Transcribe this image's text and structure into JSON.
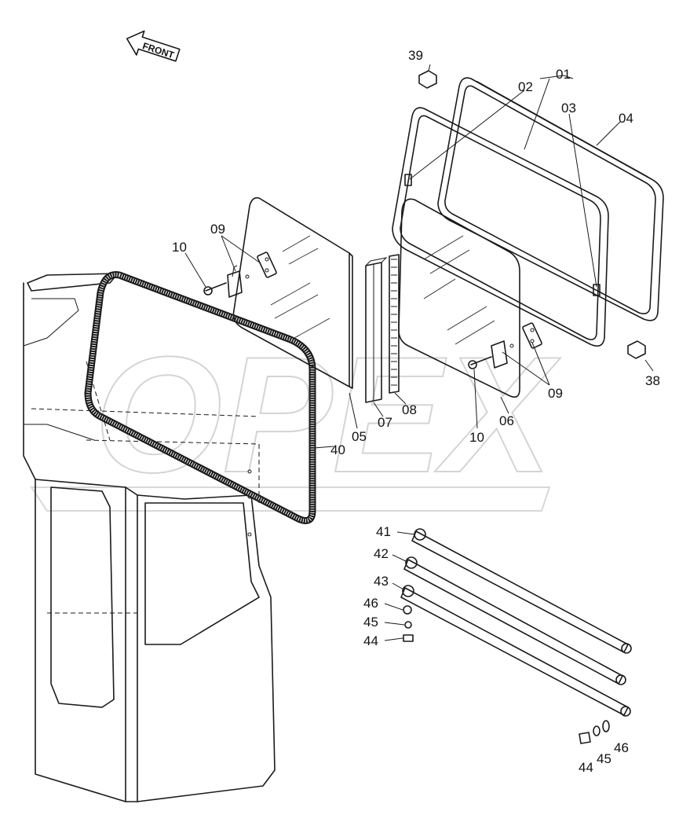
{
  "diagram": {
    "front_arrow_label": "FRONT",
    "watermark_text": "OPEX",
    "part_labels": {
      "p01": "01",
      "p02": "02",
      "p03": "03",
      "p04": "04",
      "p05": "05",
      "p06": "06",
      "p07": "07",
      "p08": "08",
      "p09a": "09",
      "p09b": "09",
      "p10a": "10",
      "p10b": "10",
      "p38": "38",
      "p39": "39",
      "p40": "40",
      "p41": "41",
      "p42": "42",
      "p43": "43",
      "p44a": "44",
      "p45a": "45",
      "p46a": "46",
      "p44b": "44",
      "p45b": "45",
      "p46b": "46"
    }
  }
}
